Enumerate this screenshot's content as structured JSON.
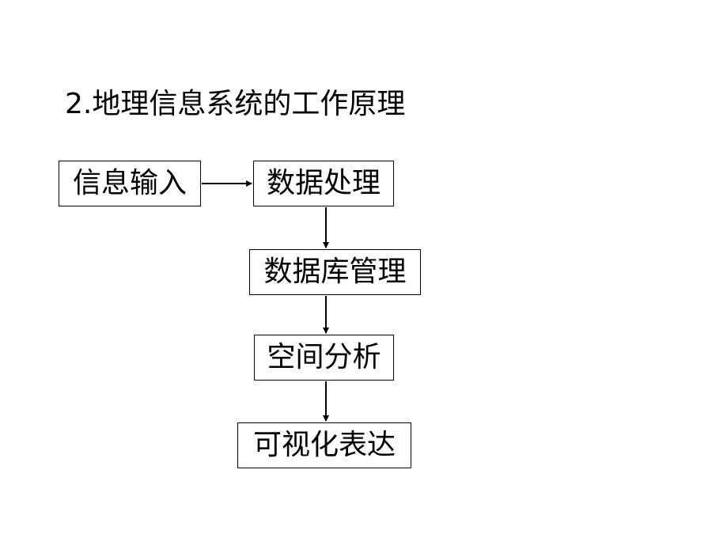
{
  "title": "2.地理信息系统的工作原理",
  "steps": [
    {
      "label": "信息输入"
    },
    {
      "label": "数据处理"
    },
    {
      "label": "数据库管理"
    },
    {
      "label": "空间分析"
    },
    {
      "label": "可视化表达"
    }
  ]
}
